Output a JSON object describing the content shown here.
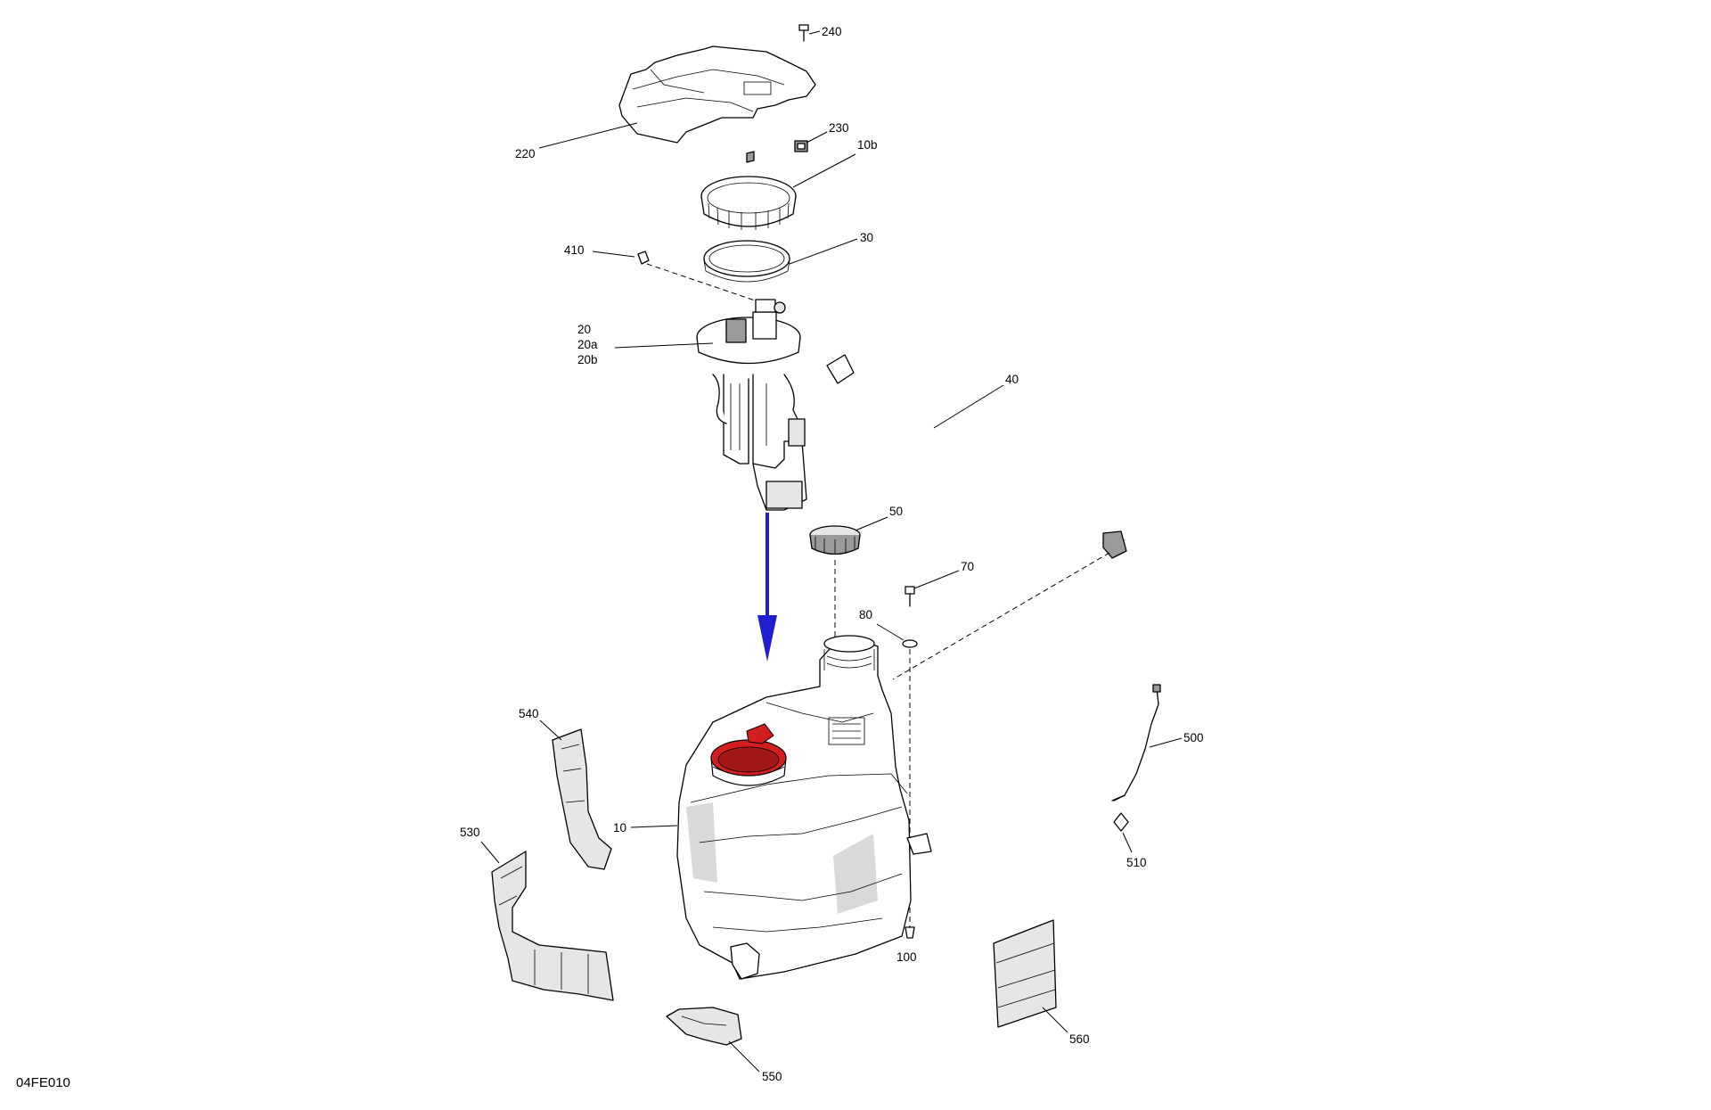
{
  "drawing_code": "04FE010",
  "callouts": {
    "c240": "240",
    "c220": "220",
    "c230": "230",
    "c10b": "10b",
    "c30": "30",
    "c410": "410",
    "c20": "20",
    "c20a": "20a",
    "c20b": "20b",
    "c40": "40",
    "c50": "50",
    "c70": "70",
    "c80": "80",
    "c540": "540",
    "c10": "10",
    "c500": "500",
    "c530": "530",
    "c510": "510",
    "c100": "100",
    "c560": "560",
    "c550": "550"
  },
  "colors": {
    "arrow": "#1f1fd0",
    "highlight": "#d21e1e",
    "line": "#000000"
  },
  "icons": {
    "assembly-arrow": "down-arrow-icon"
  }
}
